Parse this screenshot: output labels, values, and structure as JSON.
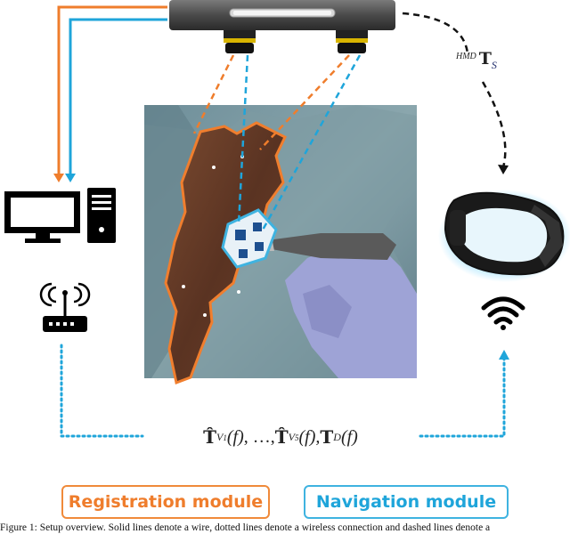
{
  "transform_label": {
    "sup": "HMD",
    "symbol": "T",
    "sub": "S"
  },
  "stream_label": {
    "t1": "T̂",
    "sub1a": "V",
    "sub1b": "1",
    "arg1": "(f)",
    "sep": ", …, ",
    "t2": "T̂",
    "sub2a": "V",
    "sub2b": "5",
    "arg2": "(f), ",
    "t3": "T",
    "sub3": "D",
    "arg3": "(f)"
  },
  "modules": {
    "registration": "Registration module",
    "navigation": "Navigation module"
  },
  "caption": "Figure 1: Setup overview. Solid lines denote a wire, dotted lines denote a wireless connection and dashed lines denote a",
  "colors": {
    "registration": "#ef7d2c",
    "navigation": "#1fa5da",
    "dark": "#111111"
  },
  "icons": [
    "stereo-camera-icon",
    "computer-icon",
    "router-icon",
    "wifi-icon",
    "hmd-icon",
    "surgical-photo"
  ]
}
